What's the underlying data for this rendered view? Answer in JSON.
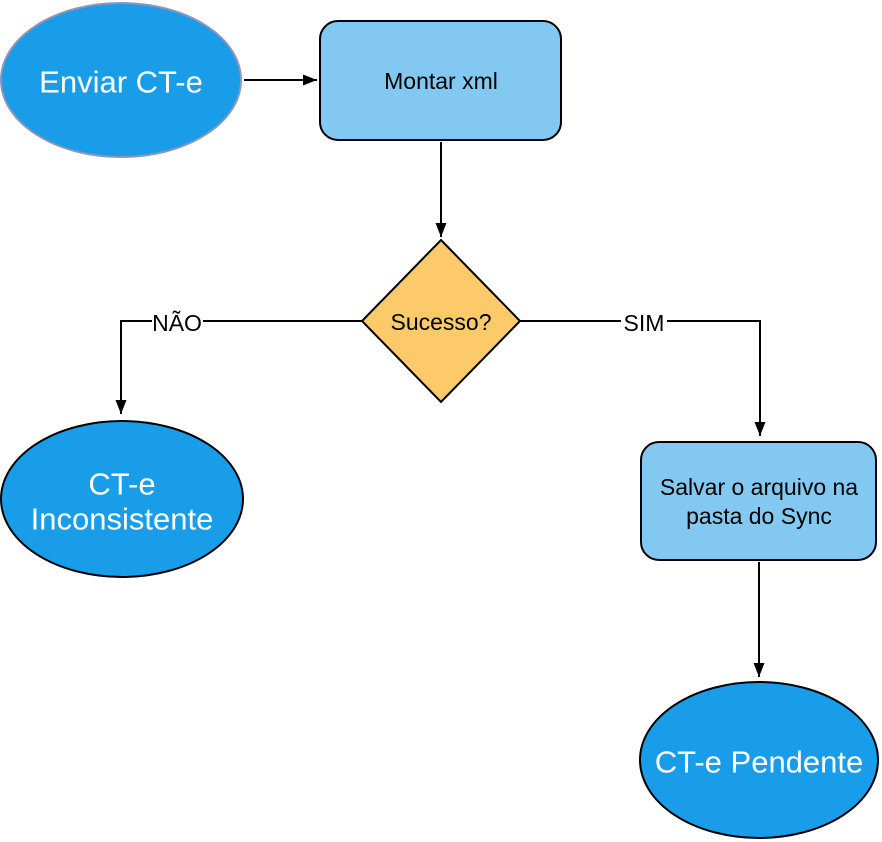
{
  "nodes": {
    "enviar": {
      "label": "Enviar CT-e"
    },
    "montar": {
      "label": "Montar xml"
    },
    "sucesso": {
      "label": "Sucesso?"
    },
    "inconsistente": {
      "lines": [
        "CT-e",
        "Inconsistente"
      ]
    },
    "salvar": {
      "lines": [
        "Salvar o arquivo na",
        "pasta do Sync"
      ]
    },
    "pendente": {
      "label": "CT-e Pendente"
    }
  },
  "edge_labels": {
    "nao": "NÃO",
    "sim": "SIM"
  },
  "colors": {
    "terminal_fill": "#1A9DE8",
    "terminal_stroke": "#000000",
    "enviar_stroke": "#8C96BA",
    "process_fill": "#83C8F0",
    "process_stroke": "#000000",
    "decision_fill": "#FCCA68",
    "decision_stroke": "#000000",
    "edge_stroke": "#000000",
    "arrowhead_fill": "#000000",
    "text_light": "#FFFFFF",
    "text_dark": "#000000",
    "background": "#FFFFFF"
  }
}
